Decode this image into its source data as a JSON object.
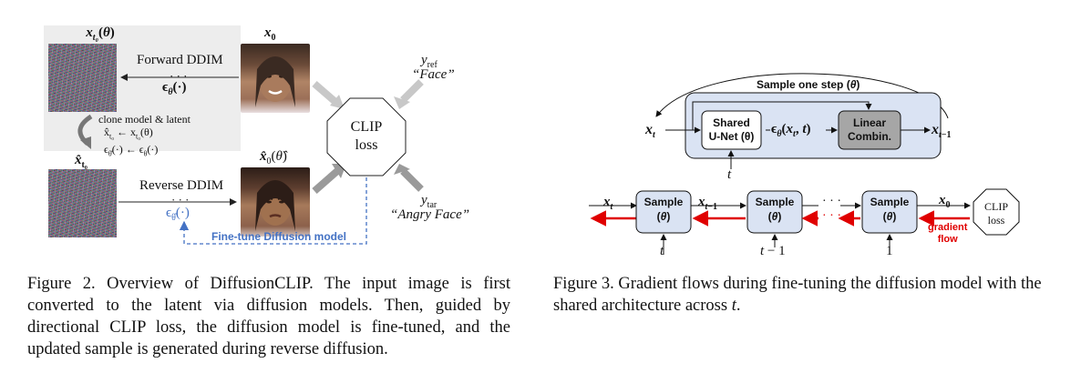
{
  "figure2": {
    "latent_label": "x_t0(θ)",
    "x0_label": "x0",
    "forward_label": "Forward DDIM",
    "dots": "· · ·",
    "eps_label": "ε_θ(·)",
    "clone_lines": [
      "clone model & latent",
      "x̂_t0 ← x_t0(θ)",
      "ε_θ̂(·) ← ε_θ(·)"
    ],
    "xhat_t0_label": "x̂_t0",
    "reverse_label": "Reverse DDIM",
    "eps_hat_label": "ε_θ̂(·)",
    "xhat0_label": "x̂0(θ̂)",
    "clip_label": [
      "CLIP",
      "loss"
    ],
    "y_ref": "y_ref",
    "y_ref_text": "“Face”",
    "y_tar": "y_tar",
    "y_tar_text": "“Angry Face”",
    "finetune_label": "Fine-tune Diffusion model",
    "caption": "Figure 2. Overview of DiffusionCLIP. The input image is first converted to the latent via diffusion models. Then, guided by directional CLIP loss, the diffusion model is fine-tuned, and the updated sample is generated during reverse diffusion."
  },
  "figure3": {
    "sample_one_step": "Sample one step (θ)",
    "shared_unet": [
      "Shared",
      "U-Net (θ)"
    ],
    "eps_expr": "ε_θ(x_t, t)",
    "linear_combin": [
      "Linear",
      "Combin."
    ],
    "x_t": "x_t",
    "x_t_minus_1": "x_t−1",
    "x_0": "x_0",
    "t": "t",
    "t_minus_1": "t − 1",
    "one": "1",
    "sample_box": [
      "Sample",
      "(θ)"
    ],
    "clip_loss": [
      "CLIP",
      "loss"
    ],
    "gradient_flow": [
      "gradient",
      "flow"
    ],
    "caption": "Figure 3. Gradient flows during fine-tuning the diffusion model with the shared architecture across t."
  },
  "colors": {
    "panel_gray": "#ededed",
    "finetune_blue": "#4472c4",
    "sample_box_fill": "#dae3f3",
    "linear_fill": "#a6a6a6",
    "gradient_red": "#e00000"
  }
}
